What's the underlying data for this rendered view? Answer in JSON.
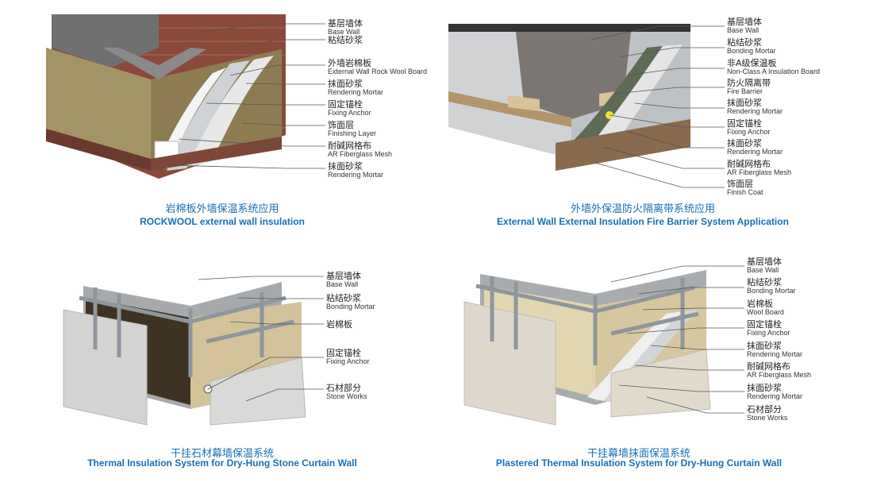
{
  "colors": {
    "title": "#1a6fb5"
  },
  "panels": [
    {
      "title_zh": "岩棉板外墙保温系统应用",
      "title_en": "ROCKWOOL external wall insulation",
      "labels": [
        {
          "zh": "基层墙体",
          "en": "Base Wall"
        },
        {
          "zh": "粘结砂浆",
          "en": ""
        },
        {
          "zh": "外墙岩棉板",
          "en": "External Wall Rock Wool Board"
        },
        {
          "zh": "抹面砂浆",
          "en": "Rendering Mortar"
        },
        {
          "zh": "固定锚栓",
          "en": "Fixing Anchor"
        },
        {
          "zh": "饰面层",
          "en": "Finishing Layer"
        },
        {
          "zh": "耐碱网格布",
          "en": "AR Fiberglass Mesh"
        },
        {
          "zh": "抹面砂浆",
          "en": "Rendering Mortar"
        }
      ]
    },
    {
      "title_zh": "外墙外保温防火隔离带系统应用",
      "title_en": "External Wall External Insulation Fire Barrier System Application",
      "labels": [
        {
          "zh": "基层墙体",
          "en": "Base Wall"
        },
        {
          "zh": "粘结砂浆",
          "en": "Bonding Mortar"
        },
        {
          "zh": "非A级保温板",
          "en": "Non-Class A Insulation Board"
        },
        {
          "zh": "防火隔离带",
          "en": "Fire Barrier"
        },
        {
          "zh": "抹面砂浆",
          "en": "Rendering Mortar"
        },
        {
          "zh": "固定锚栓",
          "en": "Fixing Anchor"
        },
        {
          "zh": "抹面砂浆",
          "en": "Rendering Mortar"
        },
        {
          "zh": "耐碱网格布",
          "en": "AR Fiberglass Mesh"
        },
        {
          "zh": "饰面层",
          "en": "Finish Coat"
        }
      ]
    },
    {
      "title_zh": "干挂石材幕墙保温系统",
      "title_en": "Thermal Insulation System for Dry-Hung Stone Curtain Wall",
      "labels": [
        {
          "zh": "基层墙体",
          "en": "Base Wall"
        },
        {
          "zh": "粘结砂浆",
          "en": "Bonding Mortar"
        },
        {
          "zh": "岩棉板",
          "en": ""
        },
        {
          "zh": "固定锚栓",
          "en": "Fixing Anchor"
        },
        {
          "zh": "石材部分",
          "en": "Stone Works"
        }
      ]
    },
    {
      "title_zh": "干挂幕墙抹面保温系统",
      "title_en": "Plastered Thermal Insulation System for Dry-Hung Curtain Wall",
      "labels": [
        {
          "zh": "基层墙体",
          "en": "Base Wall"
        },
        {
          "zh": "粘结砂浆",
          "en": "Bonding Mortar"
        },
        {
          "zh": "岩棉板",
          "en": "Wool Board"
        },
        {
          "zh": "固定锚栓",
          "en": "Fixing Anchor"
        },
        {
          "zh": "抹面砂浆",
          "en": "Rendering Mortar"
        },
        {
          "zh": "耐碱网格布",
          "en": "AR Fiberglass Mesh"
        },
        {
          "zh": "抹面砂浆",
          "en": "Rendering Mortar"
        },
        {
          "zh": "石材部分",
          "en": "Stone Works"
        }
      ]
    }
  ]
}
